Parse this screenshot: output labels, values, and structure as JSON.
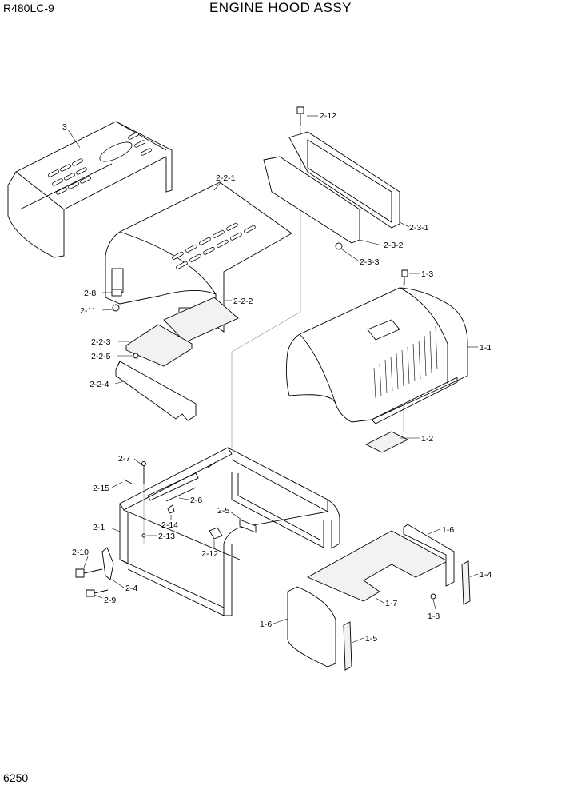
{
  "header": {
    "model": "R480LC-9",
    "title": "ENGINE HOOD ASSY"
  },
  "footer": {
    "page_number": "6250"
  },
  "labels": {
    "l3": "3",
    "l2_2_1": "2-2-1",
    "l2_12_top": "2-12",
    "l2_3_1": "2-3-1",
    "l2_3_2": "2-3-2",
    "l2_3_3": "2-3-3",
    "l1_3": "1-3",
    "l1_1": "1-1",
    "l1_2": "1-2",
    "l2_8": "2-8",
    "l2_11": "2-11",
    "l2_2_2": "2-2-2",
    "l2_2_3": "2-2-3",
    "l2_2_5": "2-2-5",
    "l2_2_4": "2-2-4",
    "l2_7": "2-7",
    "l2_15": "2-15",
    "l2_6": "2-6",
    "l2_14": "2-14",
    "l2_1": "2-1",
    "l2_13": "2-13",
    "l2_5": "2-5",
    "l2_12_bot": "2-12",
    "l2_10": "2-10",
    "l2_4": "2-4",
    "l2_9": "2-9",
    "l1_6_top": "1-6",
    "l1_4": "1-4",
    "l1_7": "1-7",
    "l1_8": "1-8",
    "l1_6_bot": "1-6",
    "l1_5": "1-5"
  }
}
